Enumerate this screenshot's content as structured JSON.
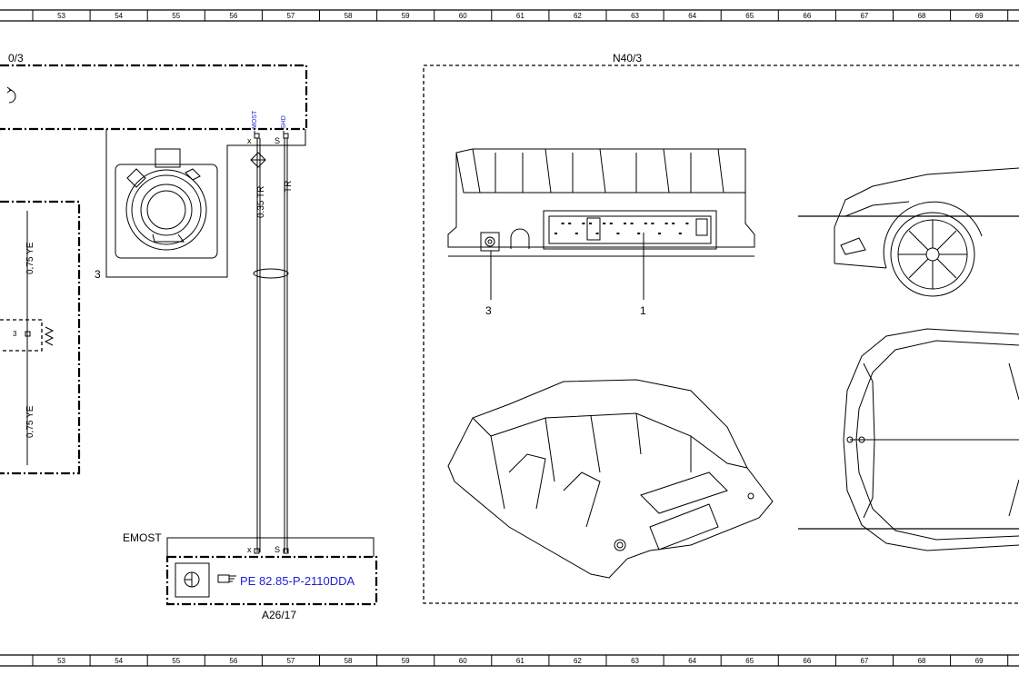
{
  "grid": {
    "columns": [
      "53",
      "54",
      "55",
      "56",
      "57",
      "58",
      "59",
      "60",
      "61",
      "62",
      "63",
      "64",
      "65",
      "66",
      "67",
      "68",
      "69"
    ]
  },
  "labels": {
    "partial_component": "0/3",
    "component_n40": "N40/3",
    "component_a26": "A26/17",
    "emost": "EMOST",
    "pe_reference": "PE 82.85-P-2110DDA",
    "pin_x": "x",
    "pin_s": "S",
    "most": "MOST",
    "shd": "SHD",
    "wire_035tr": "0.35 TR",
    "wire_tr": "TR",
    "wire_075ye_top": "0,75 YE",
    "wire_075ye_bottom": "0,75 YE",
    "callout_3_connector": "3",
    "callout_3_left": "3",
    "callout_3_unit": "3",
    "callout_1_unit": "1"
  },
  "icons": {
    "reference": "pointing-hand-icon",
    "ground": "ground-symbol-icon",
    "transistor": "transistor-symbol-icon"
  },
  "colors": {
    "link": "#1f1fd6",
    "line": "#000000"
  }
}
